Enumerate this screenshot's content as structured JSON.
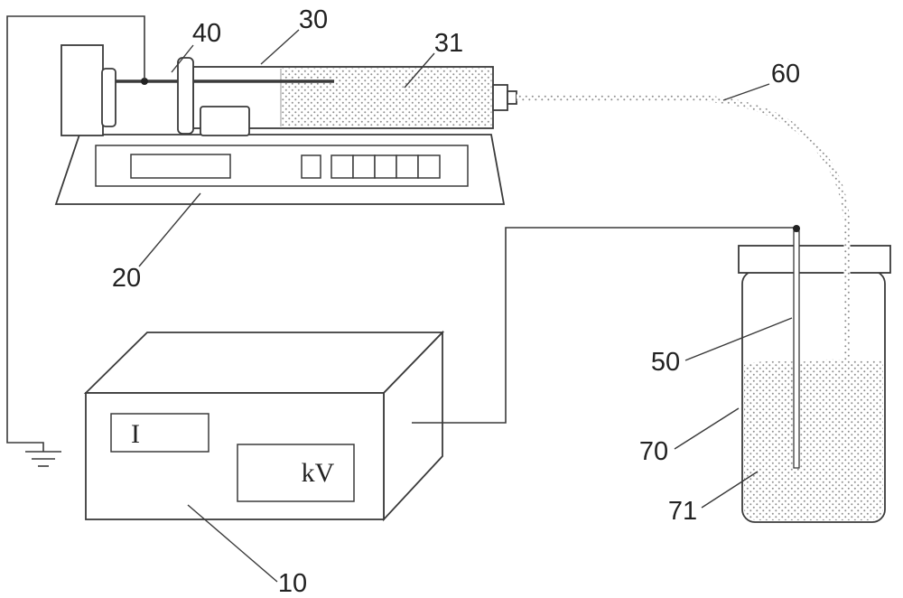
{
  "figure": {
    "kind": "patent-schematic-line-drawing",
    "background_color": "#ffffff",
    "line_color": "#3a3a3a",
    "stipple_color": "#8f8f8f",
    "labels": {
      "power_supply": "10",
      "syringe_pump": "20",
      "plunger_rod": "30",
      "syringe_barrel": "31",
      "plunger_flange": "40",
      "electrode": "50",
      "tube": "60",
      "bottle": "70",
      "liquid": "71"
    },
    "power_supply_displays": {
      "current_readout": "I",
      "voltage_readout": "kV"
    }
  }
}
